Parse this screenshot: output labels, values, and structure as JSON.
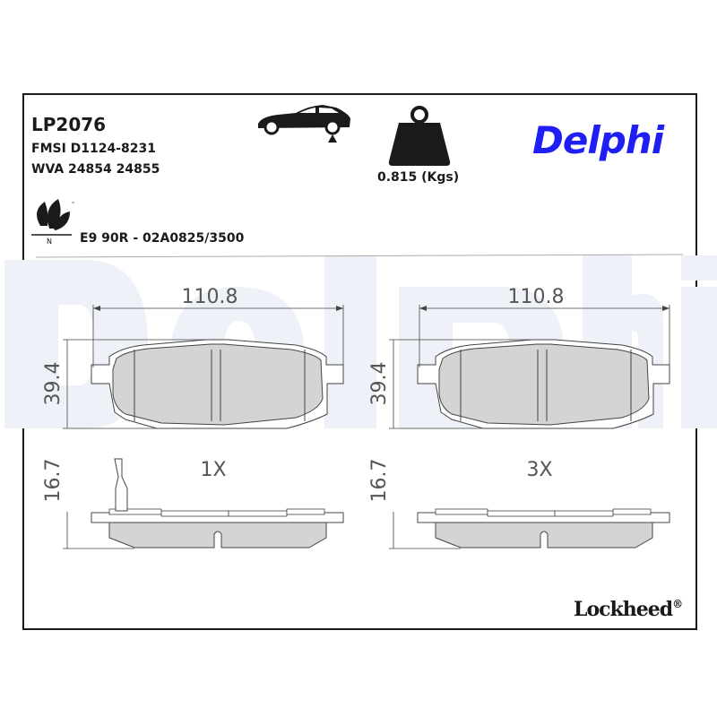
{
  "header": {
    "part_number": "LP2076",
    "fmsi": "FMSI D1124-8231",
    "wva": "WVA 24854 24855",
    "weight": "0.815 (Kgs)",
    "certification": "E9 90R - 02A0825/3500",
    "eco_label_letter": "N",
    "eco_label_tm": "™"
  },
  "brand": {
    "name": "Delphi",
    "color": "#1f1ff5",
    "watermark": "Delphi",
    "watermark_color": "#eef2f8"
  },
  "footer_brand": {
    "name": "Lockheed",
    "reg": "®"
  },
  "icons": [
    "car-rear-axle-icon",
    "weight-icon",
    "eco-leaf-icon"
  ],
  "drawings": [
    {
      "width": "110.8",
      "height": "39.4",
      "thickness": "16.7",
      "quantity": "1X"
    },
    {
      "width": "110.8",
      "height": "39.4",
      "thickness": "16.7",
      "quantity": "3X"
    }
  ]
}
